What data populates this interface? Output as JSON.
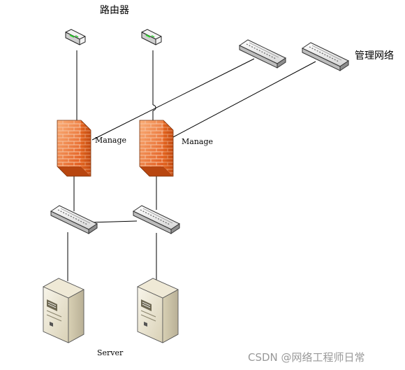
{
  "labels": {
    "router_title": "路由器",
    "mgmt_network": "管理网络",
    "manage_left": "Manage",
    "manage_right": "Manage",
    "server": "Server",
    "watermark": "CSDN @网络工程师日常"
  },
  "nodes": [
    {
      "id": "router-1",
      "type": "router"
    },
    {
      "id": "router-2",
      "type": "router"
    },
    {
      "id": "mgmt-switch-1",
      "type": "switch"
    },
    {
      "id": "mgmt-switch-2",
      "type": "switch"
    },
    {
      "id": "firewall-1",
      "type": "firewall"
    },
    {
      "id": "firewall-2",
      "type": "firewall"
    },
    {
      "id": "access-switch-1",
      "type": "switch"
    },
    {
      "id": "access-switch-2",
      "type": "switch"
    },
    {
      "id": "server-1",
      "type": "server"
    },
    {
      "id": "server-2",
      "type": "server"
    }
  ],
  "links": [
    [
      "router-1",
      "firewall-1"
    ],
    [
      "router-2",
      "firewall-2"
    ],
    [
      "mgmt-switch-1",
      "firewall-1"
    ],
    [
      "mgmt-switch-2",
      "firewall-2"
    ],
    [
      "firewall-1",
      "access-switch-1"
    ],
    [
      "firewall-2",
      "access-switch-2"
    ],
    [
      "access-switch-1",
      "access-switch-2"
    ],
    [
      "access-switch-1",
      "server-1"
    ],
    [
      "access-switch-2",
      "server-2"
    ]
  ],
  "colors": {
    "firewall": "#f07a3a",
    "server": "#e9e3cf",
    "switch": "#e6e6e6",
    "router_led": "#2bd12b"
  }
}
